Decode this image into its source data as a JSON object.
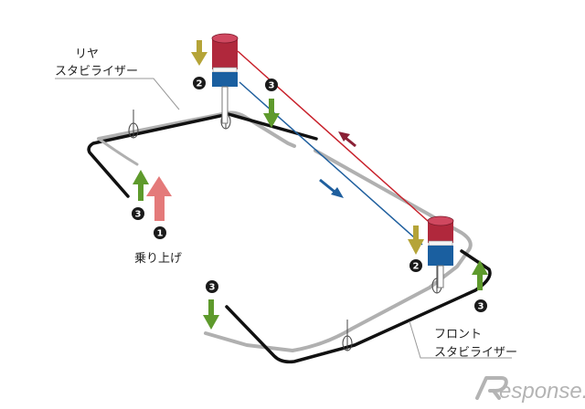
{
  "labels": {
    "rear_stabilizer_line1": "リヤ",
    "rear_stabilizer_line2": "スタビライザー",
    "front_stabilizer_line1": "フロント",
    "front_stabilizer_line2": "スタビライザー",
    "ride_up": "乗り上げ"
  },
  "markers": {
    "one": "1",
    "two": "2",
    "three": "3"
  },
  "watermark": {
    "brand": "esponse."
  },
  "colors": {
    "stabilizer_dark": "#111111",
    "stabilizer_gray": "#b0b0b0",
    "pipe_red": "#c8202a",
    "pipe_blue": "#1f5f9e",
    "cylinder_red": "#b0283c",
    "cylinder_blue": "#1a5fa0",
    "arrow_green": "#5e9a2c",
    "arrow_olive": "#b5a438",
    "arrow_pink": "#e47a7a",
    "arrow_maroon": "#8a2035",
    "arrow_blue": "#1f5f9e",
    "marker_dark": "#1a1a1a"
  }
}
